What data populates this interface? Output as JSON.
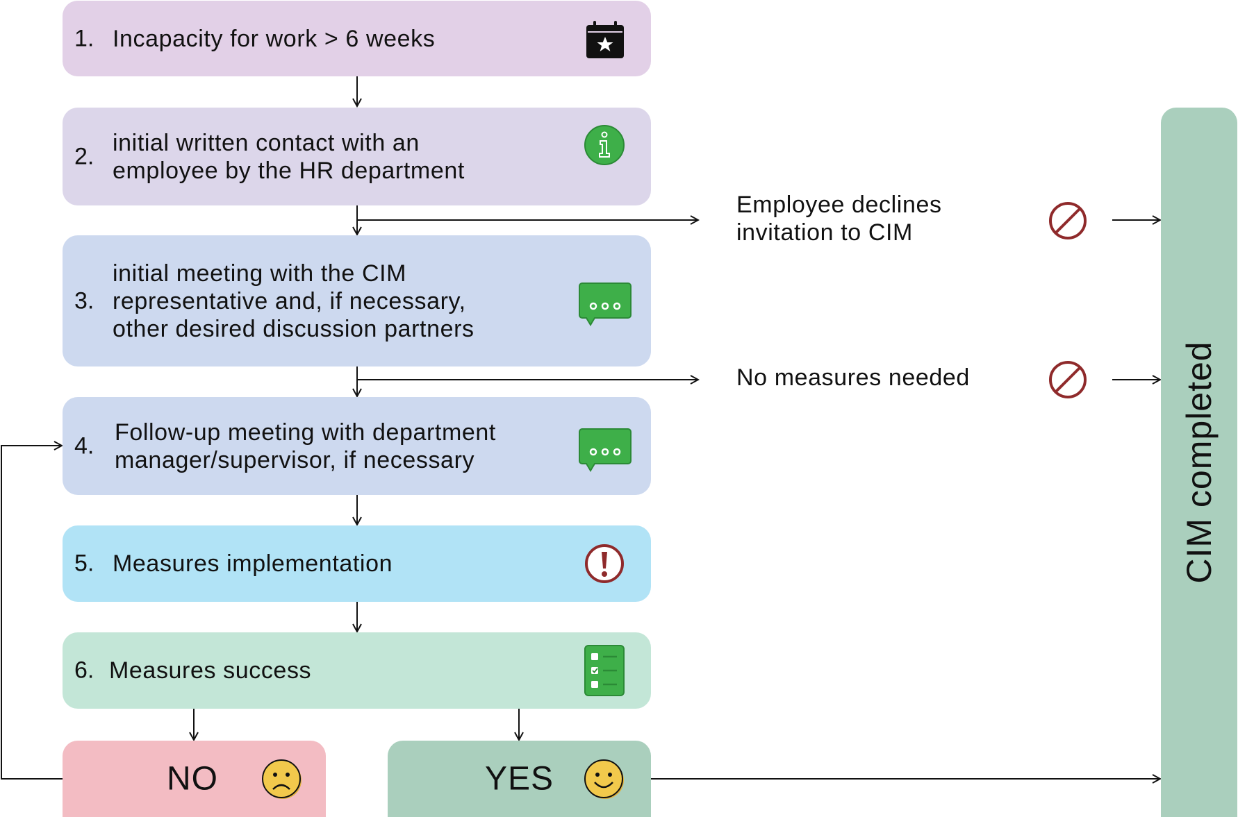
{
  "steps": [
    {
      "number": "1.",
      "lines": [
        "Incapacity for work > 6 weeks"
      ],
      "icon": "calendar-star-icon",
      "color": "#e2d0e7"
    },
    {
      "number": "2.",
      "lines": [
        "initial written contact with an",
        "employee by the HR department"
      ],
      "icon": "info-icon",
      "color": "#dcd6ea"
    },
    {
      "number": "3.",
      "lines": [
        "initial meeting with the CIM",
        "representative and, if necessary,",
        "other desired discussion partners"
      ],
      "icon": "chat-bubble-icon",
      "color": "#cdd9ef"
    },
    {
      "number": "4.",
      "lines": [
        "Follow-up meeting with department",
        "manager/supervisor, if necessary"
      ],
      "icon": "chat-bubble-icon",
      "color": "#cdd9ef"
    },
    {
      "number": "5.",
      "lines": [
        "Measures implementation"
      ],
      "icon": "exclamation-icon",
      "color": "#b1e3f6"
    },
    {
      "number": "6.",
      "lines": [
        "Measures success"
      ],
      "icon": "checklist-icon",
      "color": "#c3e6d7"
    }
  ],
  "exits": [
    {
      "lines": [
        "Employee declines",
        "invitation to CIM"
      ],
      "icon": "prohibited-icon"
    },
    {
      "lines": [
        "No measures needed"
      ],
      "icon": "prohibited-icon"
    }
  ],
  "outcomes": {
    "no": {
      "label": "NO",
      "icon": "sad-face-icon",
      "color": "#f3bcc3"
    },
    "yes": {
      "label": "YES",
      "icon": "smiley-face-icon",
      "color": "#aacfbd"
    }
  },
  "completed": {
    "label": "CIM completed",
    "color": "#aacfbd"
  },
  "colors": {
    "icon_green": "#3eaf49",
    "icon_red": "#8f2a2b",
    "face_yellow": "#f2c94c"
  }
}
